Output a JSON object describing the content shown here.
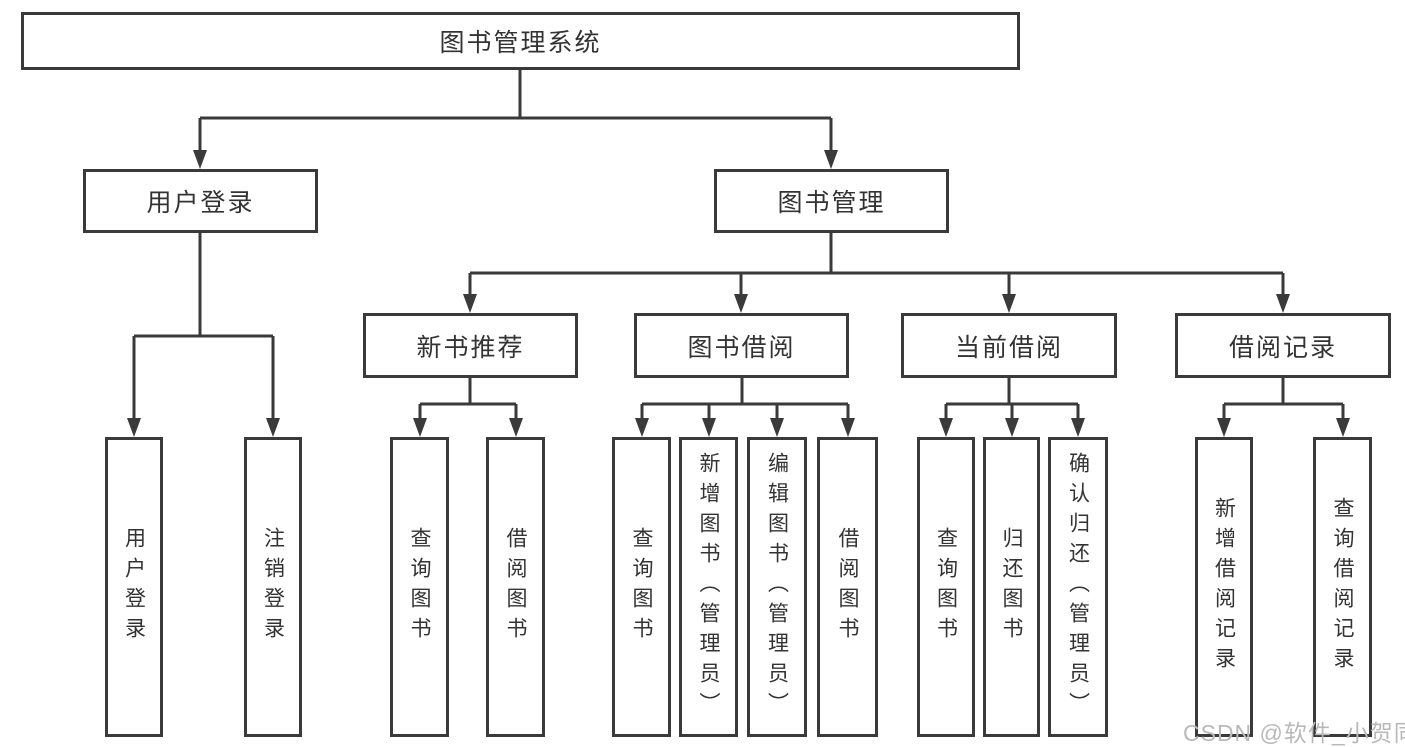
{
  "diagram": {
    "root": {
      "label": "图书管理系统"
    },
    "branches": [
      {
        "label": "用户登录",
        "children": [
          {
            "label": "用户登录"
          },
          {
            "label": "注销登录"
          }
        ]
      },
      {
        "label": "图书管理",
        "children": [
          {
            "label": "新书推荐",
            "children": [
              {
                "label": "查询图书"
              },
              {
                "label": "借阅图书"
              }
            ]
          },
          {
            "label": "图书借阅",
            "children": [
              {
                "label": "查询图书"
              },
              {
                "label": "新增图书（管理员）"
              },
              {
                "label": "编辑图书（管理员）"
              },
              {
                "label": "借阅图书"
              }
            ]
          },
          {
            "label": "当前借阅",
            "children": [
              {
                "label": "查询图书"
              },
              {
                "label": "归还图书"
              },
              {
                "label": "确认归还（管理员）"
              }
            ]
          },
          {
            "label": "借阅记录",
            "children": [
              {
                "label": "新增借阅记录"
              },
              {
                "label": "查询借阅记录"
              }
            ]
          }
        ]
      }
    ]
  },
  "watermark": {
    "text": "CSDN @软件_小贺同学"
  },
  "colors": {
    "line": "#3a3a3a",
    "box_border": "#3a3a3a",
    "box_background": "#ffffff",
    "text": "#333333",
    "watermark": "#b9b9b9"
  }
}
